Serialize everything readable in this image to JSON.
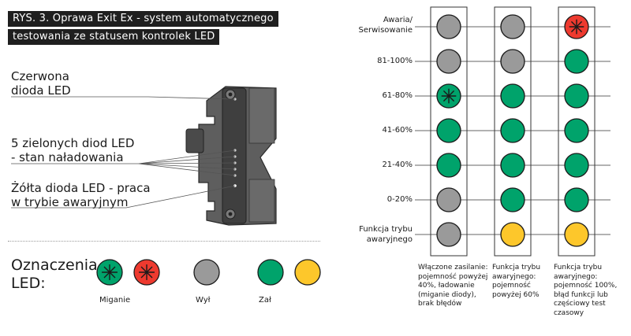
{
  "title": {
    "line1": "RYS. 3. Oprawa Exit Ex - system automatycznego",
    "line2": "testowania ze statusem kontrolek LED"
  },
  "callouts": {
    "red_led": "Czerwona\ndioda LED",
    "green_leds": "5 zielonych diod LED\n- stan naładowania",
    "yellow_led": "Żółta dioda LED - praca\nw trybie awaryjnym"
  },
  "legend": {
    "title": "Oznaczenia\nLED:",
    "blinking_label": "Miganie",
    "off_label": "Wył",
    "on_label": "Zał"
  },
  "colors": {
    "green": "#00a36b",
    "red": "#ee3a2f",
    "grey": "#9a9a9a",
    "yellow": "#fdc72b",
    "outline": "#1a1a1a"
  },
  "table": {
    "rows": [
      "Awaria/\nSerwisowanie",
      "81-100%",
      "61-80%",
      "41-60%",
      "21-40%",
      "0-20%",
      "Funkcja trybu\nawaryjnego"
    ],
    "columns": [
      {
        "caption": "Włączone zasilanie:\npojemność powyżej\n40%, ładowanie\n(miganie diody),\nbrak błędów",
        "leds": [
          "grey",
          "grey",
          "green-blink",
          "green",
          "green",
          "grey",
          "grey"
        ]
      },
      {
        "caption": "Funkcja trybu\nawaryjnego:\npojemność\npowyżej 60%",
        "leds": [
          "grey",
          "grey",
          "green",
          "green",
          "green",
          "green",
          "yellow"
        ]
      },
      {
        "caption": "Funkcja trybu\nawaryjnego:\npojemność 100%,\nbłąd funkcji lub\nczęściowy test\nczasowy",
        "leds": [
          "red-blink",
          "green",
          "green",
          "green",
          "green",
          "green",
          "yellow"
        ]
      }
    ]
  }
}
